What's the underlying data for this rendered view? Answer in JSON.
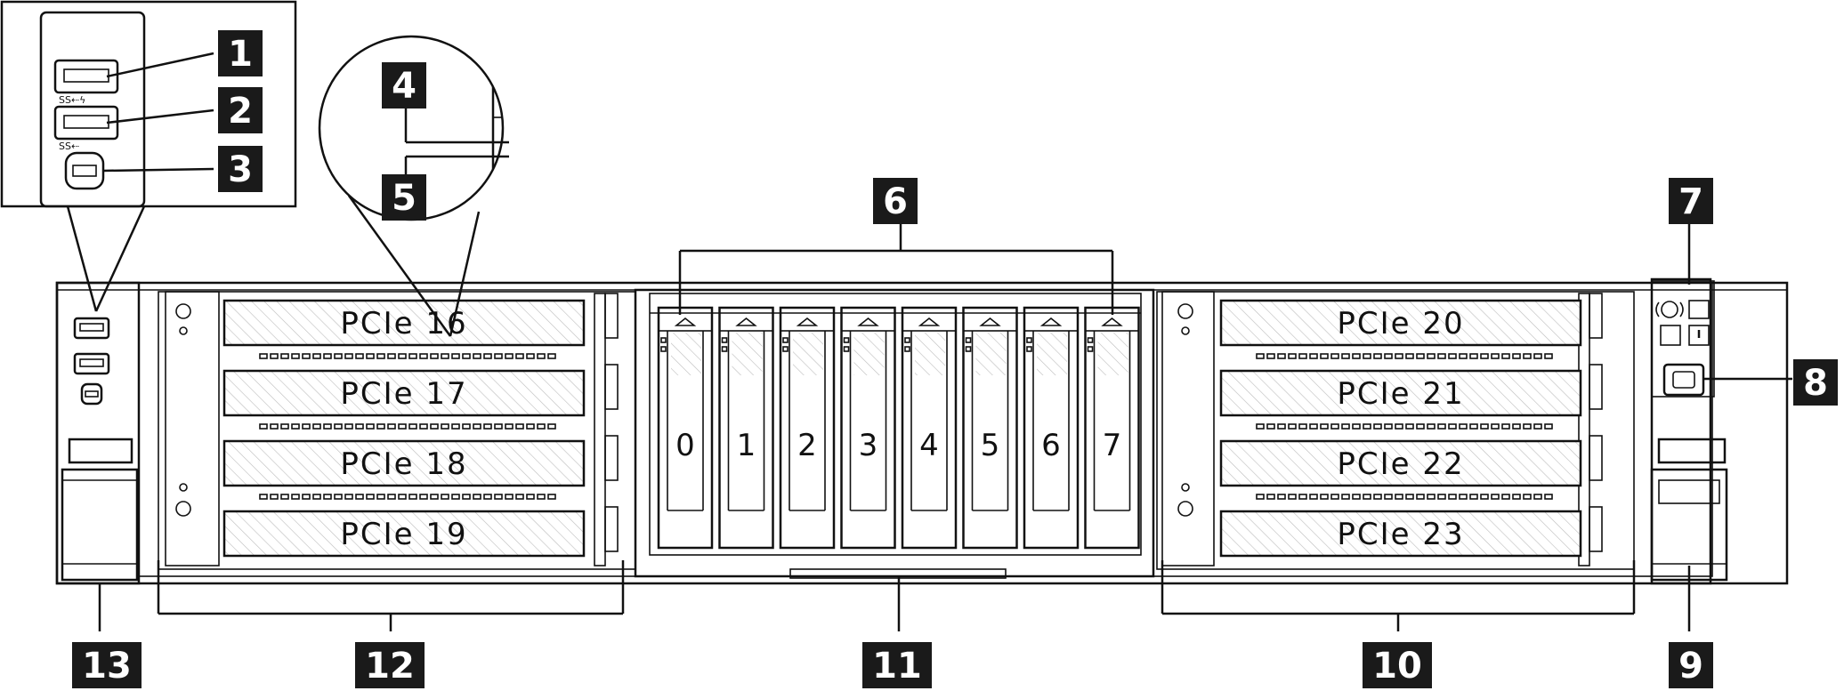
{
  "callouts": [
    "1",
    "2",
    "3",
    "4",
    "5",
    "6",
    "7",
    "8",
    "9",
    "10",
    "11",
    "12",
    "13"
  ],
  "left_slots": [
    "PCIe 16",
    "PCIe 17",
    "PCIe 18",
    "PCIe 19"
  ],
  "right_slots": [
    "PCIe 20",
    "PCIe 21",
    "PCIe 22",
    "PCIe 23"
  ],
  "drive_bays": [
    "0",
    "1",
    "2",
    "3",
    "4",
    "5",
    "6",
    "7"
  ],
  "port_markings": {
    "usb_ss_power": "SS⇠ϟ",
    "usb_ss": "SS⇠"
  },
  "colors": {
    "line": "#111111",
    "callout_bg": "#1a1a1a",
    "callout_text": "#ffffff",
    "background": "#ffffff"
  }
}
